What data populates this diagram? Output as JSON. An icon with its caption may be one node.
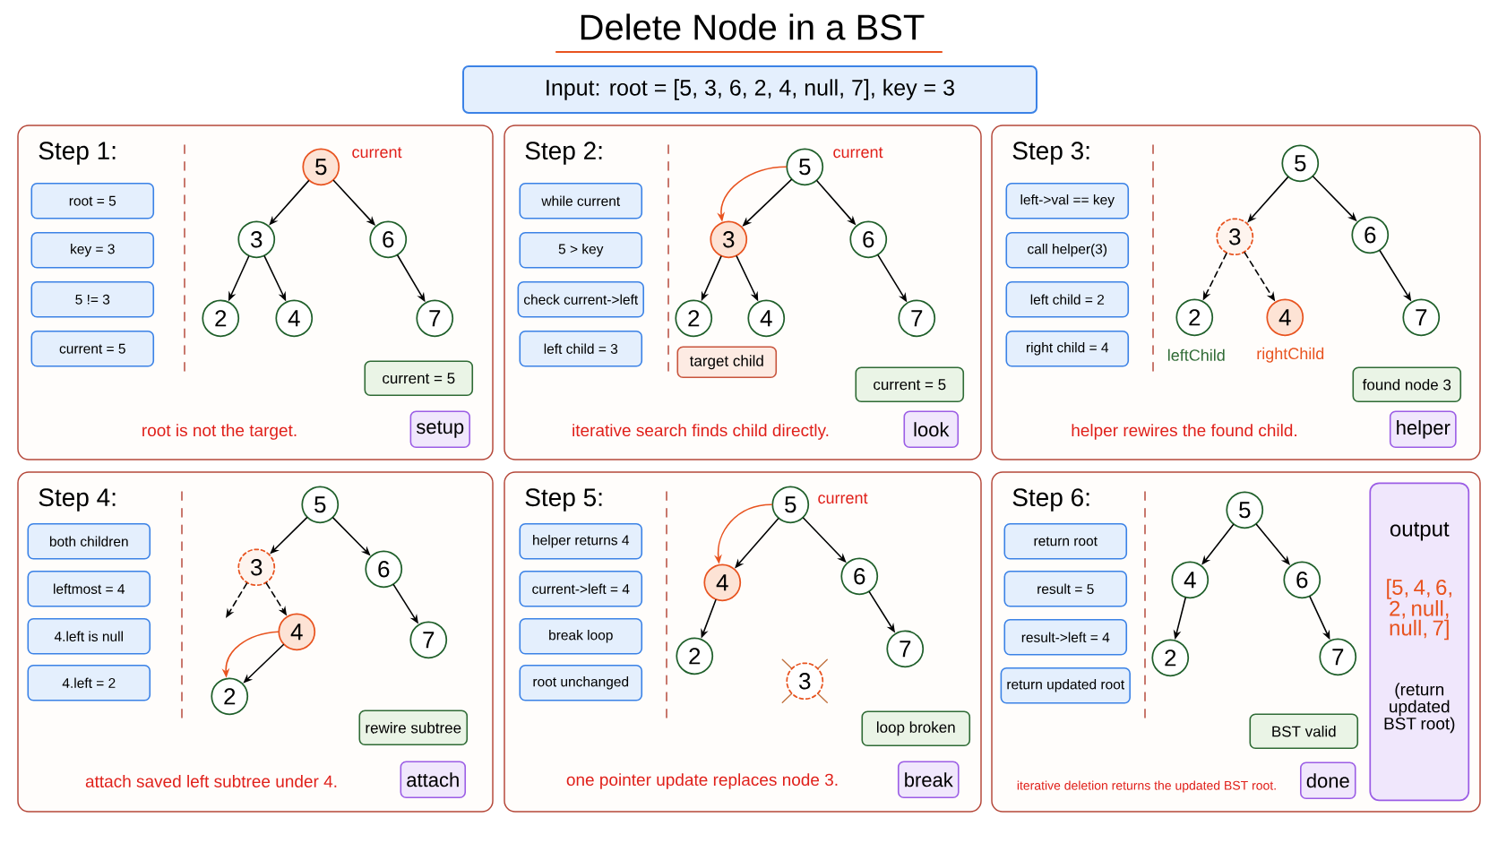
{
  "diagram": {
    "title": "Delete Node in a BST",
    "nodes": [
      {
        "text": [
          "Input: root = [5, 3, 6, 2, 4, null, 7], key = 3"
        ]
      },
      {
        "text": [
          "Step 1:",
          "root is not the target."
        ]
      },
      {
        "text": [
          "root = 5"
        ],
        "in": 1
      },
      {
        "text": [
          "key = 3"
        ],
        "in": 1
      },
      {
        "text": [
          "5 != 3"
        ],
        "in": 1
      },
      {
        "text": [
          "current = 5"
        ],
        "in": 1
      },
      {
        "text": [
          "5"
        ],
        "in": 1,
        "beside": [
          "current"
        ]
      },
      {
        "text": [
          "3"
        ],
        "in": 1
      },
      {
        "text": [
          "6"
        ],
        "in": 1
      },
      {
        "text": [
          "2"
        ],
        "in": 1
      },
      {
        "text": [
          "4"
        ],
        "in": 1
      },
      {
        "text": [
          "7"
        ],
        "in": 1
      },
      {
        "text": [
          "current = 5"
        ],
        "in": 1
      },
      {
        "text": [
          "setup"
        ],
        "in": 1
      },
      {
        "text": [
          "Step 2:",
          "iterative search finds child directly."
        ]
      },
      {
        "text": [
          "while current"
        ],
        "in": 14
      },
      {
        "text": [
          "5 > key"
        ],
        "in": 14
      },
      {
        "text": [
          "check current->left"
        ],
        "in": 14
      },
      {
        "text": [
          "left child = 3"
        ],
        "in": 14
      },
      {
        "text": [
          "5"
        ],
        "in": 14,
        "beside": [
          "current"
        ]
      },
      {
        "text": [
          "3"
        ],
        "in": 14
      },
      {
        "text": [
          "6"
        ],
        "in": 14
      },
      {
        "text": [
          "2"
        ],
        "in": 14
      },
      {
        "text": [
          "4"
        ],
        "in": 14
      },
      {
        "text": [
          "7"
        ],
        "in": 14
      },
      {
        "text": [
          "target child"
        ],
        "in": 14
      },
      {
        "text": [
          "current = 5"
        ],
        "in": 14
      },
      {
        "text": [
          "look"
        ],
        "in": 14
      },
      {
        "text": [
          "Step 3:",
          "helper rewires the found child."
        ]
      },
      {
        "text": [
          "left->val == key"
        ],
        "in": 28
      },
      {
        "text": [
          "call helper(3)"
        ],
        "in": 28
      },
      {
        "text": [
          "left child = 2"
        ],
        "in": 28
      },
      {
        "text": [
          "right child = 4"
        ],
        "in": 28
      },
      {
        "text": [
          "5"
        ],
        "in": 28
      },
      {
        "text": [
          "3"
        ],
        "in": 28
      },
      {
        "text": [
          "6"
        ],
        "in": 28
      },
      {
        "text": [
          "2"
        ],
        "in": 28,
        "beside": [
          "leftChild"
        ]
      },
      {
        "text": [
          "4"
        ],
        "in": 28,
        "beside": [
          "rightChild"
        ]
      },
      {
        "text": [
          "7"
        ],
        "in": 28
      },
      {
        "text": [
          "found node 3"
        ],
        "in": 28
      },
      {
        "text": [
          "helper"
        ],
        "in": 28
      },
      {
        "text": [
          "Step 4:",
          "attach saved left subtree under 4."
        ]
      },
      {
        "text": [
          "both children"
        ],
        "in": 41
      },
      {
        "text": [
          "leftmost = 4"
        ],
        "in": 41
      },
      {
        "text": [
          "4.left is null"
        ],
        "in": 41
      },
      {
        "text": [
          "4.left = 2"
        ],
        "in": 41
      },
      {
        "text": [
          "5"
        ],
        "in": 41
      },
      {
        "text": [
          "3"
        ],
        "in": 41
      },
      {
        "text": [
          "6"
        ],
        "in": 41
      },
      {
        "text": [
          "4"
        ],
        "in": 41
      },
      {
        "text": [
          "7"
        ],
        "in": 41
      },
      {
        "text": [
          "2"
        ],
        "in": 41
      },
      {
        "text": [
          "rewire subtree"
        ],
        "in": 41
      },
      {
        "text": [
          "attach"
        ],
        "in": 41
      },
      {
        "text": [
          "Step 5:",
          "one pointer update replaces node 3."
        ]
      },
      {
        "text": [
          "helper returns 4"
        ],
        "in": 54
      },
      {
        "text": [
          "current->left = 4"
        ],
        "in": 54
      },
      {
        "text": [
          "break loop"
        ],
        "in": 54
      },
      {
        "text": [
          "root unchanged"
        ],
        "in": 54
      },
      {
        "text": [
          "5"
        ],
        "in": 54,
        "beside": [
          "current"
        ]
      },
      {
        "text": [
          "4"
        ],
        "in": 54
      },
      {
        "text": [
          "6"
        ],
        "in": 54
      },
      {
        "text": [
          "2"
        ],
        "in": 54
      },
      {
        "text": [
          "7"
        ],
        "in": 54
      },
      {
        "text": [
          "3"
        ],
        "in": 54
      },
      {
        "text": [
          "loop broken"
        ],
        "in": 54
      },
      {
        "text": [
          "break"
        ],
        "in": 54
      },
      {
        "text": [
          "Step 6:",
          "iterative deletion returns the updated BST root."
        ]
      },
      {
        "text": [
          "return root"
        ],
        "in": 67
      },
      {
        "text": [
          "result = 5"
        ],
        "in": 67
      },
      {
        "text": [
          "result->left = 4"
        ],
        "in": 67
      },
      {
        "text": [
          "return updated root"
        ],
        "in": 67
      },
      {
        "text": [
          "5"
        ],
        "in": 67
      },
      {
        "text": [
          "4"
        ],
        "in": 67
      },
      {
        "text": [
          "6"
        ],
        "in": 67
      },
      {
        "text": [
          "2"
        ],
        "in": 67
      },
      {
        "text": [
          "7"
        ],
        "in": 67
      },
      {
        "text": [
          "BST valid"
        ],
        "in": 67
      },
      {
        "text": [
          "done"
        ],
        "in": 67
      },
      {
        "text": [
          "output",
          "[5, 4, 6, 2, null, null, 7]",
          "(return updated BST root)"
        ],
        "in": 67
      }
    ],
    "edges": [
      {
        "from": 6,
        "to": 7,
        "arrow": "to"
      },
      {
        "from": 6,
        "to": 8,
        "arrow": "to"
      },
      {
        "from": 7,
        "to": 9,
        "arrow": "to"
      },
      {
        "from": 7,
        "to": 10,
        "arrow": "to"
      },
      {
        "from": 8,
        "to": 11,
        "arrow": "to"
      },
      {
        "from": 19,
        "to": 20,
        "arrow": "to"
      },
      {
        "from": 19,
        "to": 21,
        "arrow": "to"
      },
      {
        "from": 20,
        "to": 22,
        "arrow": "to"
      },
      {
        "from": 20,
        "to": 23,
        "arrow": "to"
      },
      {
        "from": 21,
        "to": 24,
        "arrow": "to"
      },
      {
        "from": 19,
        "to": 20,
        "arrow": "to",
        "color": "#e8531f"
      },
      {
        "from": 33,
        "to": 34,
        "arrow": "to"
      },
      {
        "from": 33,
        "to": 35,
        "arrow": "to"
      },
      {
        "from": 34,
        "to": 36,
        "arrow": "to",
        "style": "dashed"
      },
      {
        "from": 34,
        "to": 37,
        "arrow": "to",
        "style": "dashed"
      },
      {
        "from": 35,
        "to": 38,
        "arrow": "to"
      },
      {
        "from": 46,
        "to": 47,
        "arrow": "to"
      },
      {
        "from": 46,
        "to": 48,
        "arrow": "to"
      },
      {
        "from": 47,
        "to": null,
        "arrow": "to",
        "style": "dashed"
      },
      {
        "from": 47,
        "to": 49,
        "arrow": "to",
        "style": "dashed"
      },
      {
        "from": 48,
        "to": 50,
        "arrow": "to"
      },
      {
        "from": 49,
        "to": 51,
        "arrow": "to"
      },
      {
        "from": 49,
        "to": 51,
        "arrow": "to",
        "color": "#e8531f"
      },
      {
        "from": 59,
        "to": 60,
        "arrow": "to"
      },
      {
        "from": 59,
        "to": 61,
        "arrow": "to"
      },
      {
        "from": 60,
        "to": 62,
        "arrow": "to"
      },
      {
        "from": 61,
        "to": 63,
        "arrow": "to"
      },
      {
        "from": 59,
        "to": 60,
        "arrow": "to",
        "color": "#e8531f"
      },
      {
        "from": 72,
        "to": 73,
        "arrow": "to"
      },
      {
        "from": 72,
        "to": 74,
        "arrow": "to"
      },
      {
        "from": 73,
        "to": 75,
        "arrow": "to"
      },
      {
        "from": 74,
        "to": 76,
        "arrow": "to"
      }
    ]
  }
}
